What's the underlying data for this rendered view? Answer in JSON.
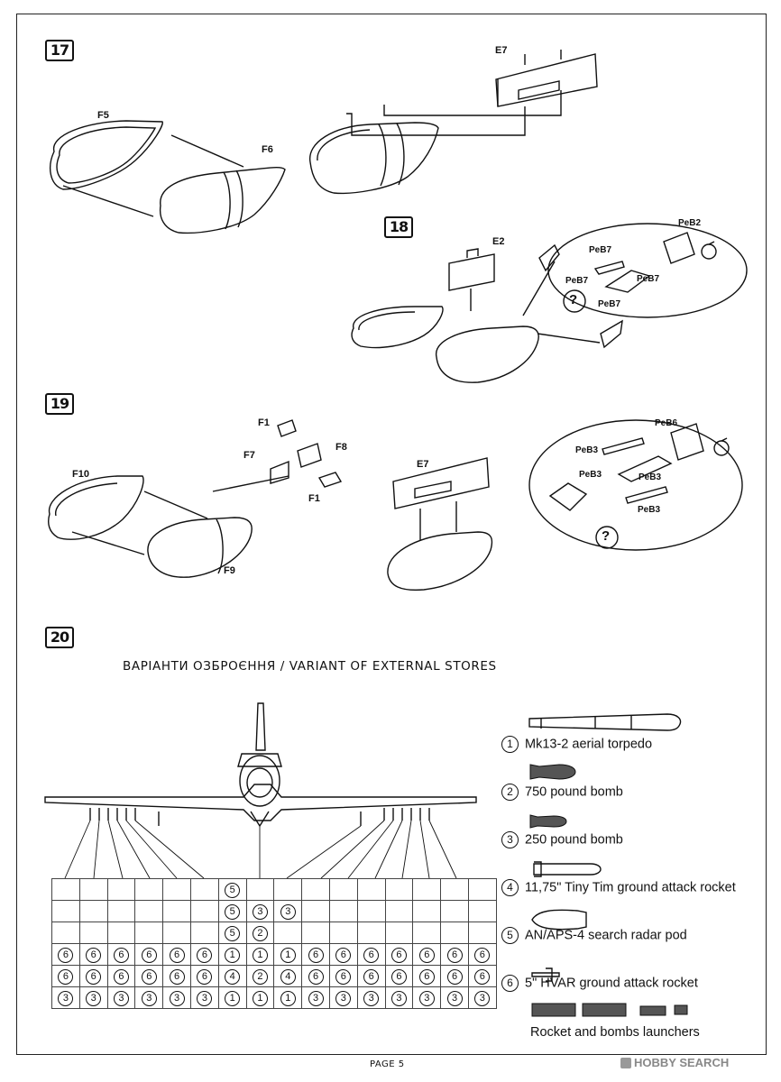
{
  "steps": {
    "s17": "17",
    "s18": "18",
    "s19": "19",
    "s20": "20"
  },
  "parts": {
    "e7_a": "E7",
    "f5": "F5",
    "f6": "F6",
    "e2": "E2",
    "peb2": "PeB2",
    "peb7_a": "PeB7",
    "peb7_b": "PeB7",
    "peb7_c": "PeB7",
    "peb7_d": "PeB7",
    "f1_a": "F1",
    "f7": "F7",
    "f8": "F8",
    "f1_b": "F1",
    "f10": "F10",
    "f9": "F9",
    "e7_b": "E7",
    "peb6": "PeB6",
    "peb3_a": "PeB3",
    "peb3_b": "PeB3",
    "peb3_c": "PeB3",
    "peb3_d": "PeB3"
  },
  "question_mark": "?",
  "section20_title": "ВАРІАНТИ ОЗБРОЄННЯ / VARIANT OF EXTERNAL STORES",
  "legend": [
    {
      "num": "1",
      "text": "Mk13-2 aerial torpedo"
    },
    {
      "num": "2",
      "text": "750 pound bomb"
    },
    {
      "num": "3",
      "text": "250 pound bomb"
    },
    {
      "num": "4",
      "text": "11,75\" Tiny Tim ground attack rocket"
    },
    {
      "num": "5",
      "text": "AN/APS-4 search radar pod"
    },
    {
      "num": "6",
      "text": "5\" HVAR ground attack rocket"
    }
  ],
  "launchers_text": "Rocket and bombs launchers",
  "grid": [
    [
      "",
      "",
      "",
      "",
      "",
      "",
      "5",
      "",
      "",
      "",
      "",
      "",
      "",
      "",
      "",
      ""
    ],
    [
      "",
      "",
      "",
      "",
      "",
      "",
      "5",
      "3",
      "3",
      "",
      "",
      "",
      "",
      "",
      "",
      ""
    ],
    [
      "",
      "",
      "",
      "",
      "",
      "",
      "5",
      "2",
      "",
      "",
      "",
      "",
      "",
      "",
      "",
      ""
    ],
    [
      "6",
      "6",
      "6",
      "6",
      "6",
      "6",
      "1",
      "1",
      "1",
      "6",
      "6",
      "6",
      "6",
      "6",
      "6",
      "6"
    ],
    [
      "6",
      "6",
      "6",
      "6",
      "6",
      "6",
      "4",
      "2",
      "4",
      "6",
      "6",
      "6",
      "6",
      "6",
      "6",
      "6"
    ],
    [
      "3",
      "3",
      "3",
      "3",
      "3",
      "3",
      "1",
      "1",
      "1",
      "3",
      "3",
      "3",
      "3",
      "3",
      "3",
      "3"
    ]
  ],
  "footer": "PAGE 5",
  "watermark": "HOBBY SEARCH"
}
